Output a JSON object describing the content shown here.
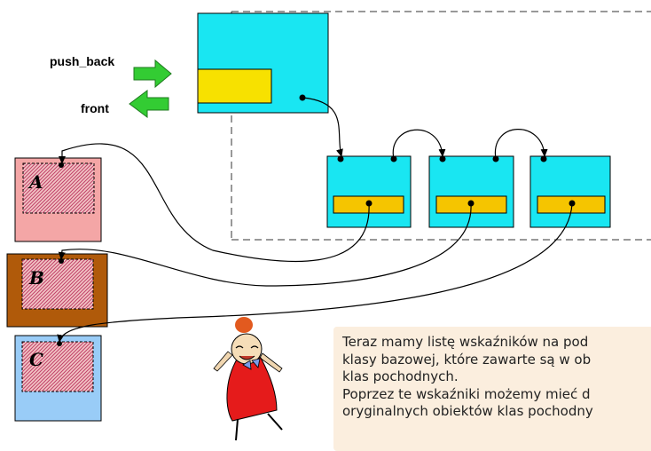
{
  "labels": {
    "push_back": "push_back",
    "front": "front"
  },
  "objects": [
    {
      "letter": "A",
      "color": "#f4a6a6"
    },
    {
      "letter": "B",
      "color": "#b05a0a"
    },
    {
      "letter": "C",
      "color": "#99ccf7"
    }
  ],
  "colors": {
    "node": "#19e6f2",
    "field": "#f7e100",
    "node_field": "#f5c500",
    "arrow": "#33cc33",
    "hatch": "#c2446a",
    "note_bg": "#fbeede"
  },
  "note": {
    "line1": "Teraz mamy listę wskaźników na pod",
    "line2": "klasy bazowej, które zawarte są w ob",
    "line3": "klas pochodnych.",
    "line4": "Poprzez te wskaźniki możemy mieć d",
    "line5": "oryginalnych obiektów klas pochodny"
  }
}
